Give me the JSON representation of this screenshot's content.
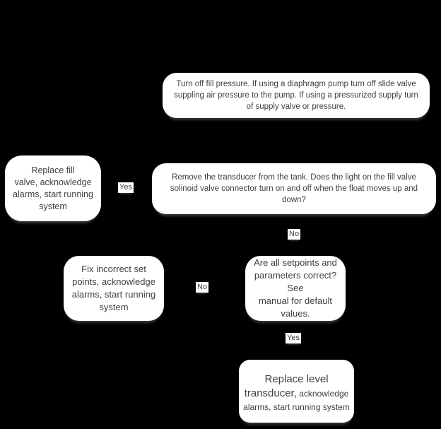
{
  "colors": {
    "background": "#000000",
    "node_fill": "#ffffff",
    "node_text": "#3f3f3f"
  },
  "flowchart": {
    "nodes": [
      {
        "id": "turn-off-fill-pressure",
        "text": "Turn off fill pressure. If using a diaphragm pump turn off slide valve\nsuppling air pressure to the pump. If using a pressurized supply turn\nof supply valve or pressure."
      },
      {
        "id": "replace-fill-valve",
        "text": "Replace fill\nvalve, acknowledge\nalarms, start running\nsystem"
      },
      {
        "id": "remove-transducer-question",
        "text": "Remove the transducer from the tank. Does the light on the fill valve\nsolinoid valve connector turn on and off when the float moves up and\ndown?"
      },
      {
        "id": "fix-incorrect-set-points",
        "text": "Fix incorrect set\npoints, acknowledge\nalarms, start running\nsystem"
      },
      {
        "id": "setpoints-correct-question",
        "text": "Are all setpoints and\nparameters correct? See\nmanual for default\nvalues."
      },
      {
        "id": "replace-level-transducer",
        "text_large": "Replace level transducer,",
        "text_small": " acknowledge alarms, start running system"
      }
    ],
    "edge_labels": [
      {
        "id": "yes-1",
        "text": "Yes"
      },
      {
        "id": "no-1",
        "text": "No"
      },
      {
        "id": "no-2",
        "text": "No"
      },
      {
        "id": "yes-2",
        "text": "Yes"
      }
    ]
  }
}
